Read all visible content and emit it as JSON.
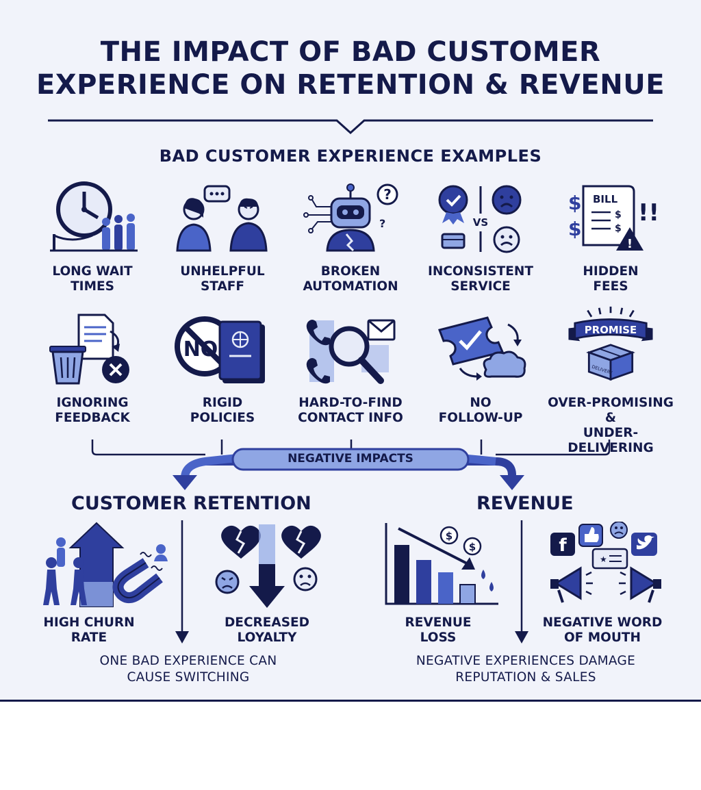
{
  "title_line1": "THE IMPACT OF BAD CUSTOMER",
  "title_line2": "EXPERIENCE ON RETENTION & REVENUE",
  "examples_heading": "BAD CUSTOMER EXPERIENCE EXAMPLES",
  "examples": [
    {
      "label": "LONG WAIT\nTIMES",
      "icon": "clock-queue-icon"
    },
    {
      "label": "UNHELPFUL\nSTAFF",
      "icon": "frustrated-people-icon"
    },
    {
      "label": "BROKEN\nAUTOMATION",
      "icon": "broken-robot-icon"
    },
    {
      "label": "INCONSISTENT\nSERVICE",
      "icon": "inconsistent-service-icon"
    },
    {
      "label": "HIDDEN\nFEES",
      "icon": "bill-warning-icon"
    },
    {
      "label": "IGNORING\nFEEDBACK",
      "icon": "trash-feedback-icon"
    },
    {
      "label": "RIGID\nPOLICIES",
      "icon": "no-policy-book-icon"
    },
    {
      "label": "HARD-TO-FIND\nCONTACT INFO",
      "icon": "search-contact-icon"
    },
    {
      "label": "NO\nFOLLOW-UP",
      "icon": "ticket-cycle-icon"
    },
    {
      "label": "OVER-PROMISING &\nUNDER-DELIVERING",
      "icon": "promise-box-icon"
    }
  ],
  "icon_texts": {
    "vs": "VS",
    "bill": "BILL",
    "no": "NO",
    "promise": "PROMISE",
    "delivery": "DELIVERY"
  },
  "negative_impacts_label": "NEGATIVE IMPACTS",
  "retention": {
    "heading": "CUSTOMER RETENTION",
    "items": [
      {
        "label": "HIGH CHURN\nRATE",
        "icon": "churn-magnet-icon"
      },
      {
        "label": "DECREASED\nLOYALTY",
        "icon": "broken-heart-icon"
      }
    ],
    "note": "ONE BAD EXPERIENCE CAN\nCAUSE SWITCHING"
  },
  "revenue": {
    "heading": "REVENUE",
    "items": [
      {
        "label": "REVENUE\nLOSS",
        "icon": "declining-bars-icon"
      },
      {
        "label": "NEGATIVE WORD\nOF MOUTH",
        "icon": "social-megaphone-icon"
      }
    ],
    "note": "NEGATIVE EXPERIENCES DAMAGE\nREPUTATION & SALES"
  },
  "colors": {
    "navy": "#141a4a",
    "primary_blue": "#2f3f9e",
    "mid_blue": "#4a64c8",
    "light_blue": "#8fa6e4",
    "background": "#f1f3fa"
  }
}
